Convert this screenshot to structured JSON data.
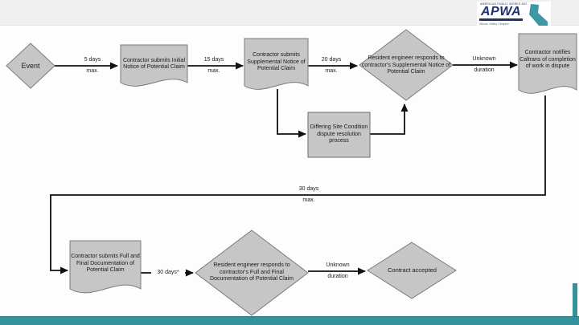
{
  "logo": {
    "brand": "APWA",
    "top_text": "AMERICAN PUBLIC WORKS ASSOCIATION",
    "bottom_text": "Silicon Valley Chapter"
  },
  "flowchart": {
    "nodes": {
      "event": {
        "type": "decision",
        "label": "Event"
      },
      "initial_notice": {
        "type": "document",
        "label": "Contractor submits Initial Notice of Potential Claim"
      },
      "supplemental_notice": {
        "type": "document",
        "label": "Contractor submits Supplemental Notice of Potential Claim"
      },
      "re_supplemental_response": {
        "type": "decision",
        "label": "Resident engineer responds to contractor's Supplemental Notice of Potential Claim"
      },
      "notify_completion": {
        "type": "document",
        "label": "Contractor notifies Caltrans of completion of work in dispute"
      },
      "dsc_process": {
        "type": "process",
        "label": "Differing Site Condition dispute resolution process"
      },
      "full_final_documentation": {
        "type": "document",
        "label": "Contractor submits Full and Final Documentation of Potential Claim"
      },
      "re_full_final_response": {
        "type": "decision",
        "label": "Resident engineer responds to contractor's Full and Final Documentation of Potential Claim"
      },
      "contract_accepted": {
        "type": "decision",
        "label": "Contract accepted"
      }
    },
    "edges": {
      "event_to_initial": {
        "line1": "5 days",
        "line2": "max."
      },
      "initial_to_supplemental": {
        "line1": "15 days",
        "line2": "max."
      },
      "supplemental_to_re": {
        "line1": "20 days",
        "line2": "max."
      },
      "re_to_notify": {
        "line1": "Unknown",
        "line2": "duration"
      },
      "notify_to_full_final": {
        "line1": "30 days",
        "line2": "max."
      },
      "full_final_to_re": {
        "label": "30 days*"
      },
      "re_to_accepted": {
        "line1": "Unknown",
        "line2": "duration"
      }
    }
  },
  "colors": {
    "accent_teal": "#35929a",
    "shape_fill": "#c6c6c7",
    "shape_stroke": "#7a7a7a",
    "connector": "#111111",
    "logo_navy": "#23306e",
    "top_band": "#f0eff0"
  }
}
